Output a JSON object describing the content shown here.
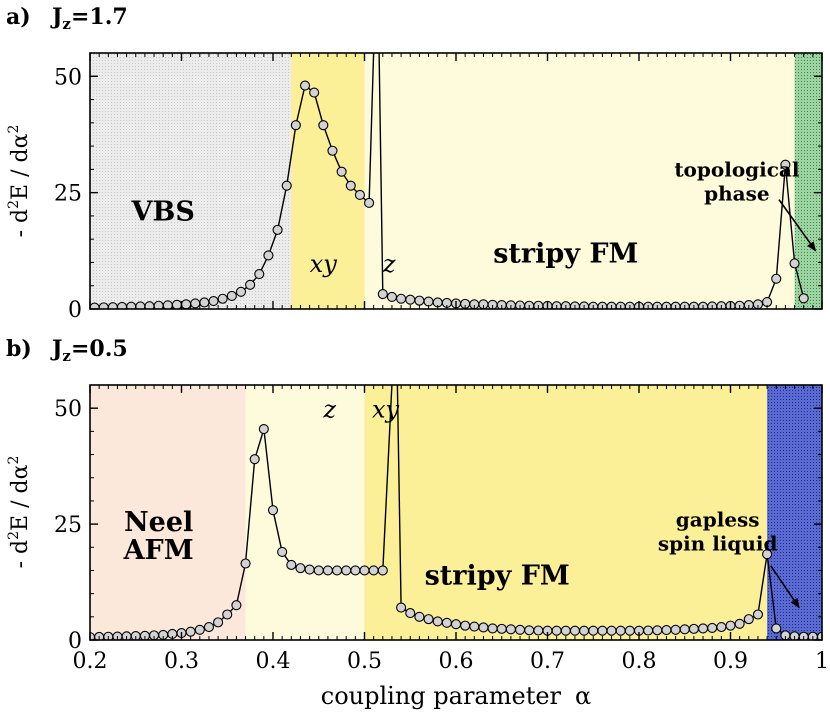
{
  "chart_data": [
    {
      "type": "scatter",
      "panel_label": "a)",
      "jz_label": "J",
      "jz_sub": "z",
      "jz_value": "=1.7",
      "ylabel": "- d²E / dα²",
      "ylabel_parts": {
        "a": "- d",
        "sup1": "2",
        "b": "E / dα",
        "sup2": "2"
      },
      "xlim": [
        0.2,
        1.0
      ],
      "ylim": [
        0,
        55
      ],
      "yticks": [
        0,
        25,
        50
      ],
      "ytick_labels": [
        "0",
        "25",
        "50"
      ],
      "xticks": [
        0.2,
        0.3,
        0.4,
        0.5,
        0.6,
        0.7,
        0.8,
        0.9,
        1.0
      ],
      "grid": false,
      "regions": [
        {
          "from": 0.2,
          "to": 0.42,
          "color": "#ececec",
          "dotted": true,
          "label": "VBS",
          "label_style": "bold",
          "label_x": 0.28,
          "label_y": 19
        },
        {
          "from": 0.42,
          "to": 0.5,
          "color": "#fbef98",
          "label": "xy",
          "label_style": "italic",
          "label_x": 0.455,
          "label_y": 8
        },
        {
          "from": 0.5,
          "to": 0.97,
          "color": "#fdfbdc",
          "label": "stripy FM",
          "label_style": "bold",
          "label_x": 0.72,
          "label_y": 10
        },
        {
          "from": 0.97,
          "to": 1.0,
          "color": "#9fd3a4",
          "dotted": true
        }
      ],
      "extra_labels": [
        {
          "text": "z",
          "style": "italic",
          "x": 0.527,
          "y": 8
        }
      ],
      "annotation": {
        "lines": [
          "topological",
          "phase"
        ],
        "x": 0.907,
        "y": 28.5,
        "arrow_from": [
          0.953,
          23.5
        ],
        "arrow_to": [
          0.993,
          12.5
        ]
      },
      "series": [
        {
          "points": [
            [
              0.205,
              0.3
            ],
            [
              0.215,
              0.35
            ],
            [
              0.225,
              0.4
            ],
            [
              0.235,
              0.45
            ],
            [
              0.245,
              0.5
            ],
            [
              0.255,
              0.55
            ],
            [
              0.265,
              0.6
            ],
            [
              0.275,
              0.7
            ],
            [
              0.285,
              0.8
            ],
            [
              0.295,
              0.9
            ],
            [
              0.305,
              1.0
            ],
            [
              0.315,
              1.2
            ],
            [
              0.325,
              1.4
            ],
            [
              0.335,
              1.7
            ],
            [
              0.345,
              2.2
            ],
            [
              0.355,
              2.8
            ],
            [
              0.365,
              3.7
            ],
            [
              0.375,
              5.2
            ],
            [
              0.385,
              7.5
            ],
            [
              0.395,
              11.5
            ],
            [
              0.405,
              17.0
            ],
            [
              0.415,
              26.5
            ],
            [
              0.425,
              39.5
            ],
            [
              0.435,
              48.0
            ],
            [
              0.445,
              46.5
            ],
            [
              0.455,
              39.5
            ],
            [
              0.465,
              34.0
            ],
            [
              0.475,
              29.5
            ],
            [
              0.485,
              26.5
            ],
            [
              0.495,
              24.5
            ],
            [
              0.505,
              22.8
            ],
            [
              0.51,
              55
            ]
          ]
        },
        {
          "points": [
            [
              0.516,
              55
            ],
            [
              0.52,
              3.2
            ],
            [
              0.53,
              2.6
            ],
            [
              0.54,
              2.2
            ],
            [
              0.55,
              2.0
            ],
            [
              0.56,
              1.8
            ],
            [
              0.57,
              1.6
            ],
            [
              0.58,
              1.4
            ],
            [
              0.59,
              1.3
            ],
            [
              0.6,
              1.2
            ],
            [
              0.61,
              1.1
            ],
            [
              0.62,
              1.0
            ],
            [
              0.63,
              1.0
            ],
            [
              0.64,
              0.9
            ],
            [
              0.65,
              0.85
            ],
            [
              0.66,
              0.8
            ],
            [
              0.67,
              0.75
            ],
            [
              0.68,
              0.7
            ],
            [
              0.69,
              0.7
            ],
            [
              0.7,
              0.65
            ],
            [
              0.71,
              0.6
            ],
            [
              0.72,
              0.6
            ],
            [
              0.73,
              0.55
            ],
            [
              0.74,
              0.55
            ],
            [
              0.75,
              0.5
            ],
            [
              0.76,
              0.5
            ],
            [
              0.77,
              0.5
            ],
            [
              0.78,
              0.5
            ],
            [
              0.79,
              0.5
            ],
            [
              0.8,
              0.5
            ],
            [
              0.81,
              0.5
            ],
            [
              0.82,
              0.5
            ],
            [
              0.83,
              0.5
            ],
            [
              0.84,
              0.5
            ],
            [
              0.85,
              0.5
            ],
            [
              0.86,
              0.5
            ],
            [
              0.87,
              0.5
            ],
            [
              0.88,
              0.55
            ],
            [
              0.89,
              0.6
            ],
            [
              0.9,
              0.65
            ],
            [
              0.91,
              0.7
            ],
            [
              0.92,
              0.85
            ],
            [
              0.93,
              1.0
            ],
            [
              0.94,
              1.5
            ],
            [
              0.95,
              6.5
            ],
            [
              0.96,
              31.0
            ],
            [
              0.97,
              9.8
            ],
            [
              0.98,
              2.3
            ]
          ]
        }
      ]
    },
    {
      "type": "scatter",
      "panel_label": "b)",
      "jz_label": "J",
      "jz_sub": "z",
      "jz_value": "=0.5",
      "ylabel": "- d²E / dα²",
      "ylabel_parts": {
        "a": "- d",
        "sup1": "2",
        "b": "E / dα",
        "sup2": "2"
      },
      "xlim": [
        0.2,
        1.0
      ],
      "ylim": [
        0,
        55
      ],
      "yticks": [
        0,
        25,
        50
      ],
      "ytick_labels": [
        "0",
        "25",
        "50"
      ],
      "xticks": [
        0.2,
        0.3,
        0.4,
        0.5,
        0.6,
        0.7,
        0.8,
        0.9,
        1.0
      ],
      "xtick_labels": [
        "0.2",
        "0.3",
        "0.4",
        "0.5",
        "0.6",
        "0.7",
        "0.8",
        "0.9",
        "1"
      ],
      "xlabel": "coupling parameter",
      "xlabel_symbol": "α",
      "grid": false,
      "regions": [
        {
          "from": 0.2,
          "to": 0.37,
          "color": "#fbe8db"
        },
        {
          "from": 0.37,
          "to": 0.5,
          "color": "#fdfbdc"
        },
        {
          "from": 0.5,
          "to": 0.94,
          "color": "#fbef98"
        },
        {
          "from": 0.94,
          "to": 1.0,
          "color": "#5a6ad2",
          "dotted": true
        }
      ],
      "text_labels": [
        {
          "text": "Neel",
          "style": "bold",
          "x": 0.275,
          "y": 23.5
        },
        {
          "text": "AFM",
          "style": "bold",
          "x": 0.275,
          "y": 17.5
        },
        {
          "text": "z",
          "style": "italic",
          "x": 0.462,
          "y": 48
        },
        {
          "text": "xy",
          "style": "italic",
          "x": 0.523,
          "y": 48
        },
        {
          "text": "stripy FM",
          "style": "bold",
          "x": 0.645,
          "y": 12
        }
      ],
      "annotation": {
        "lines": [
          "gapless",
          "spin liquid"
        ],
        "x": 0.886,
        "y": 24.5,
        "arrow_from": [
          0.944,
          16
        ],
        "arrow_to": [
          0.975,
          7
        ]
      },
      "series": [
        {
          "points": [
            [
              0.2,
              0.6
            ],
            [
              0.21,
              0.65
            ],
            [
              0.22,
              0.7
            ],
            [
              0.23,
              0.75
            ],
            [
              0.24,
              0.8
            ],
            [
              0.25,
              0.85
            ],
            [
              0.26,
              0.9
            ],
            [
              0.27,
              1.0
            ],
            [
              0.28,
              1.1
            ],
            [
              0.29,
              1.3
            ],
            [
              0.3,
              1.5
            ],
            [
              0.31,
              1.8
            ],
            [
              0.32,
              2.2
            ],
            [
              0.33,
              2.8
            ],
            [
              0.34,
              3.8
            ],
            [
              0.35,
              5.5
            ],
            [
              0.36,
              7.5
            ],
            [
              0.37,
              16.5
            ],
            [
              0.38,
              39.0
            ],
            [
              0.39,
              45.5
            ],
            [
              0.4,
              28.0
            ],
            [
              0.41,
              19.0
            ],
            [
              0.42,
              16.2
            ],
            [
              0.43,
              15.5
            ],
            [
              0.44,
              15.2
            ],
            [
              0.45,
              15.0
            ],
            [
              0.46,
              15.0
            ],
            [
              0.47,
              15.0
            ],
            [
              0.48,
              15.0
            ],
            [
              0.49,
              15.0
            ],
            [
              0.5,
              15.0
            ],
            [
              0.51,
              15.0
            ],
            [
              0.52,
              15.0
            ],
            [
              0.53,
              55
            ]
          ]
        },
        {
          "points": [
            [
              0.536,
              55
            ],
            [
              0.54,
              7.0
            ],
            [
              0.55,
              5.8
            ],
            [
              0.56,
              5.0
            ],
            [
              0.57,
              4.5
            ],
            [
              0.58,
              4.0
            ],
            [
              0.59,
              3.7
            ],
            [
              0.6,
              3.4
            ],
            [
              0.61,
              3.1
            ],
            [
              0.62,
              2.9
            ],
            [
              0.63,
              2.7
            ],
            [
              0.64,
              2.5
            ],
            [
              0.65,
              2.4
            ],
            [
              0.66,
              2.3
            ],
            [
              0.67,
              2.2
            ],
            [
              0.68,
              2.1
            ],
            [
              0.69,
              2.05
            ],
            [
              0.7,
              2.0
            ],
            [
              0.71,
              2.0
            ],
            [
              0.72,
              2.0
            ],
            [
              0.73,
              2.0
            ],
            [
              0.74,
              2.0
            ],
            [
              0.75,
              2.0
            ],
            [
              0.76,
              2.0
            ],
            [
              0.77,
              2.0
            ],
            [
              0.78,
              2.0
            ],
            [
              0.79,
              2.0
            ],
            [
              0.8,
              2.0
            ],
            [
              0.81,
              2.05
            ],
            [
              0.82,
              2.1
            ],
            [
              0.83,
              2.15
            ],
            [
              0.84,
              2.2
            ],
            [
              0.85,
              2.3
            ],
            [
              0.86,
              2.4
            ],
            [
              0.87,
              2.5
            ],
            [
              0.88,
              2.6
            ],
            [
              0.89,
              2.8
            ],
            [
              0.9,
              3.1
            ],
            [
              0.91,
              3.5
            ],
            [
              0.92,
              4.5
            ],
            [
              0.93,
              5.5
            ],
            [
              0.94,
              18.5
            ],
            [
              0.95,
              2.5
            ],
            [
              0.96,
              1.0
            ],
            [
              0.97,
              0.8
            ],
            [
              0.98,
              0.7
            ],
            [
              0.99,
              0.7
            ],
            [
              1.0,
              0.7
            ]
          ]
        }
      ]
    }
  ]
}
